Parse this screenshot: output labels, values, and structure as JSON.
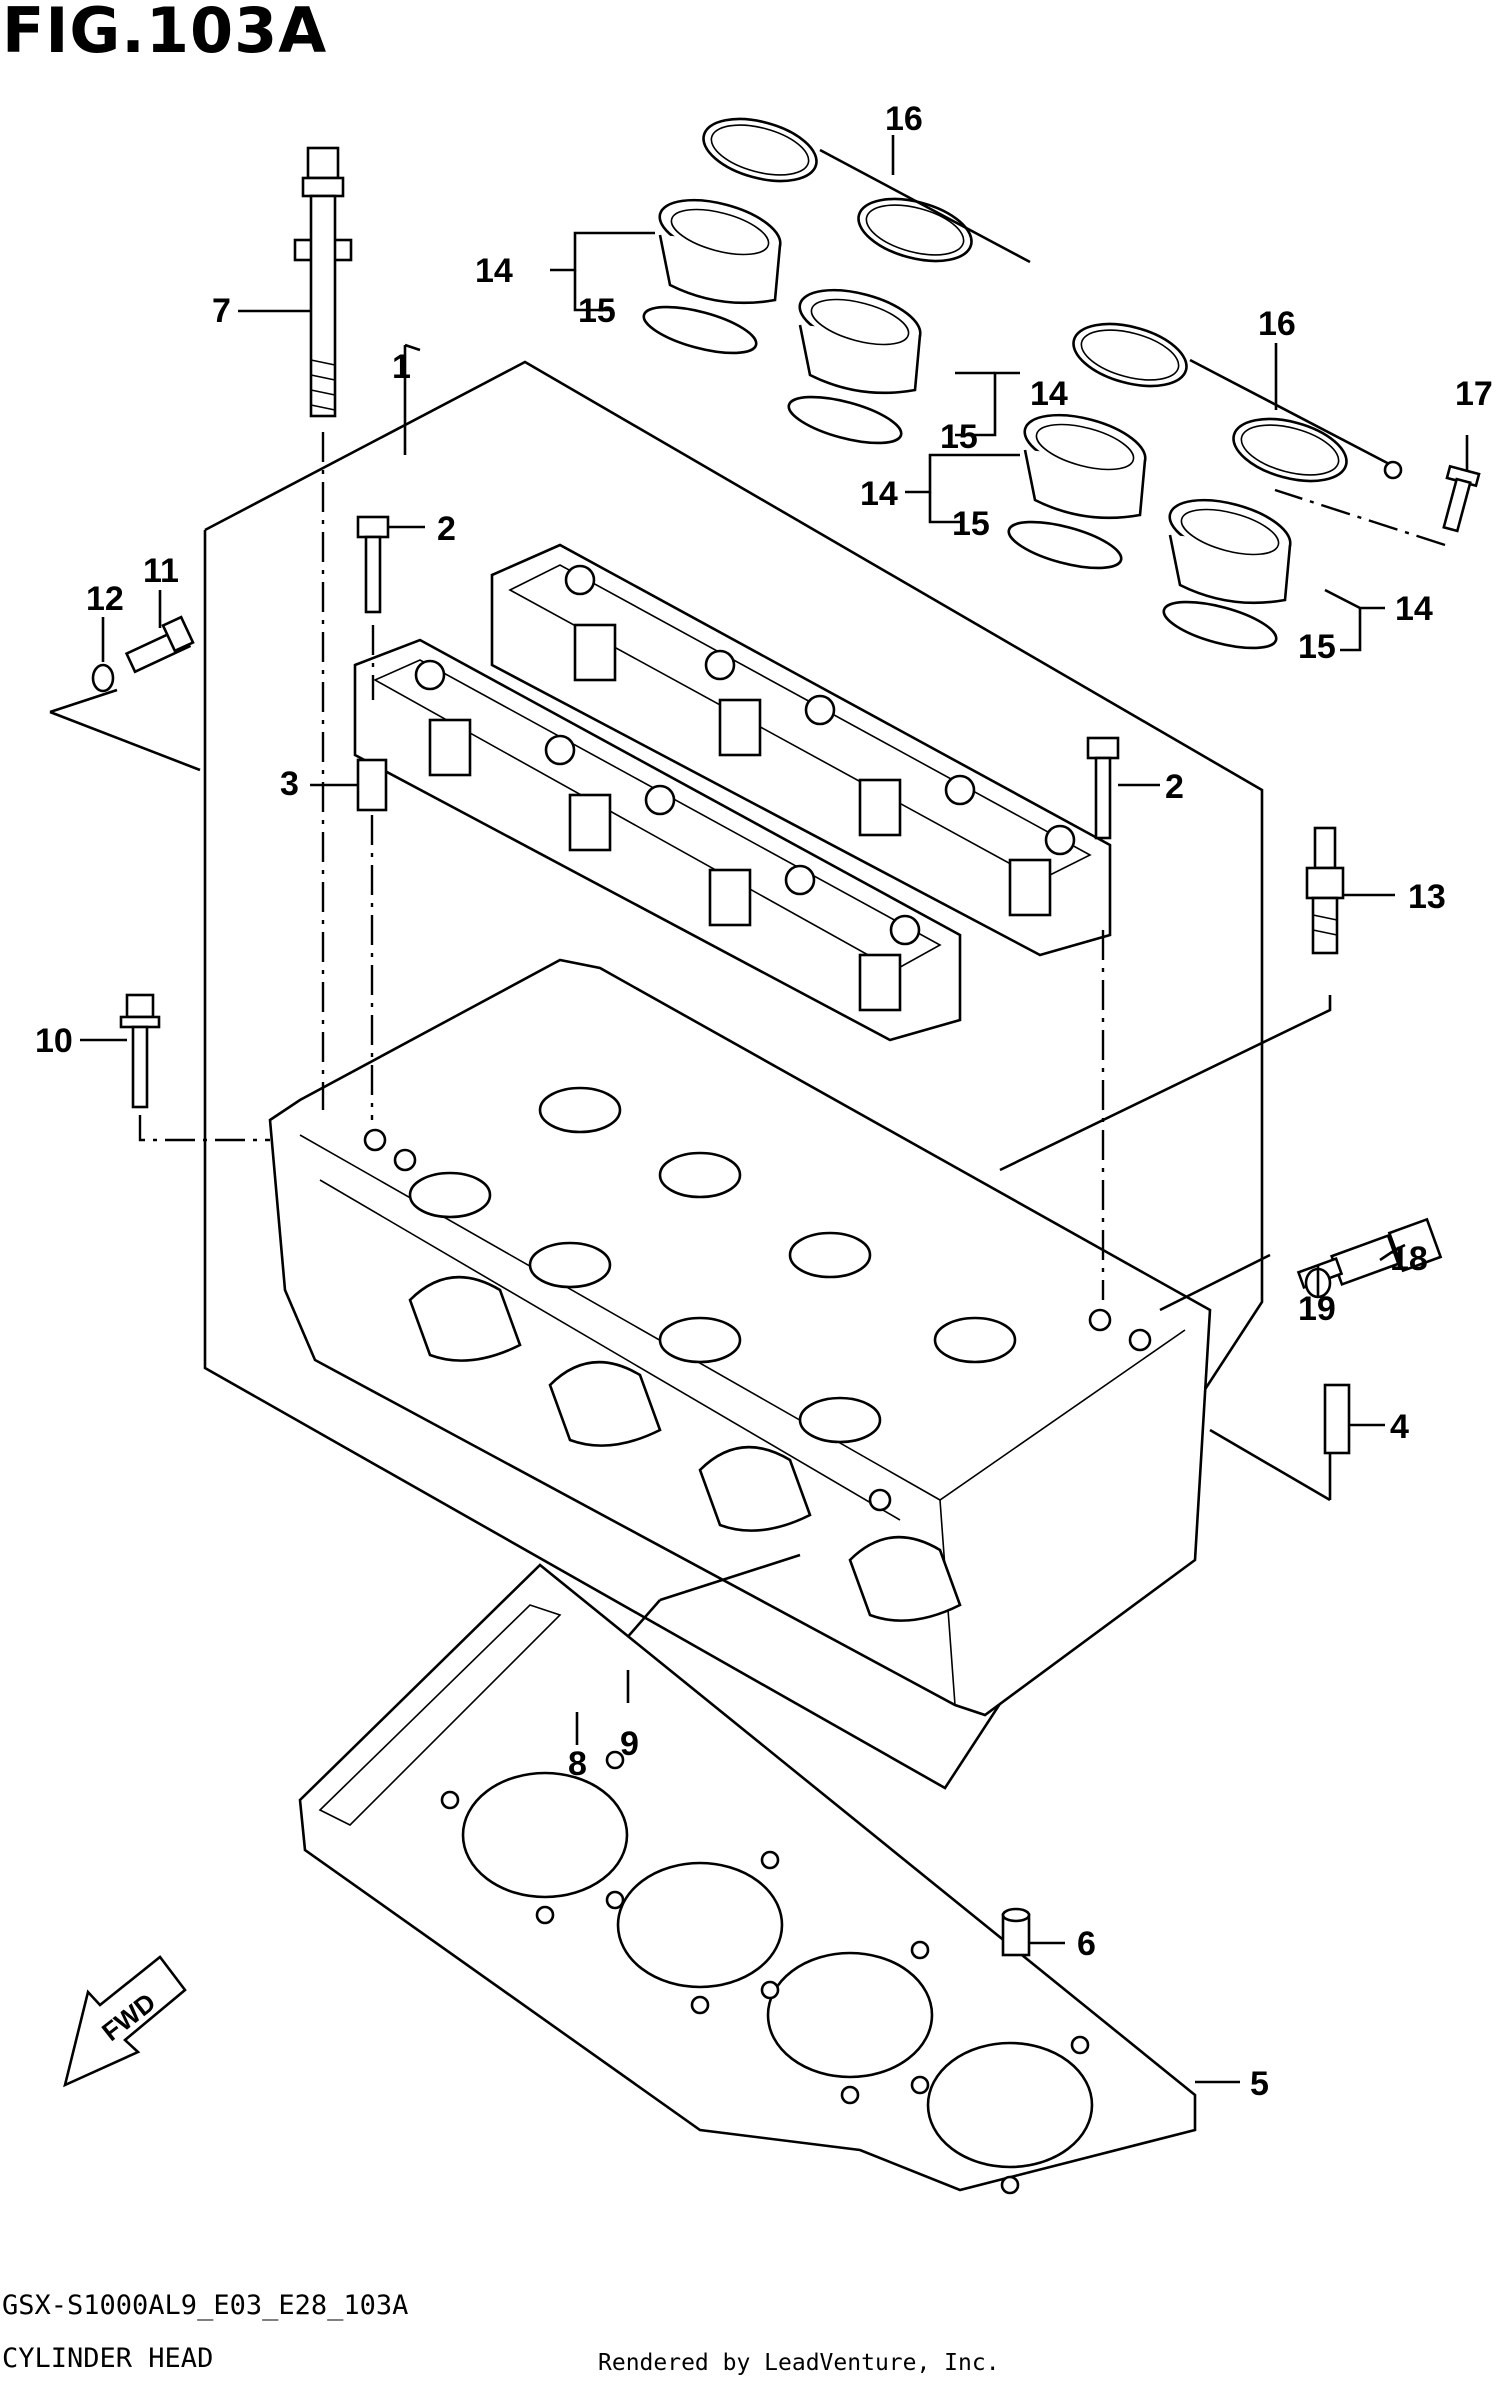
{
  "figure": {
    "title": "FIG.103A",
    "code": "GSX-S1000AL9_E03_E28_103A",
    "name": "CYLINDER HEAD",
    "credit": "Rendered by LeadVenture, Inc.",
    "fwd_label": "FWD"
  },
  "callouts": {
    "c1": "1",
    "c2a": "2",
    "c2b": "2",
    "c3": "3",
    "c4": "4",
    "c5": "5",
    "c6": "6",
    "c7": "7",
    "c8": "8",
    "c9": "9",
    "c10": "10",
    "c11": "11",
    "c12": "12",
    "c13": "13",
    "c14a": "14",
    "c14b": "14",
    "c14c": "14",
    "c14d": "14",
    "c15a": "15",
    "c15b": "15",
    "c15c": "15",
    "c15d": "15",
    "c16a": "16",
    "c16b": "16",
    "c17": "17",
    "c18": "18",
    "c19": "19"
  }
}
